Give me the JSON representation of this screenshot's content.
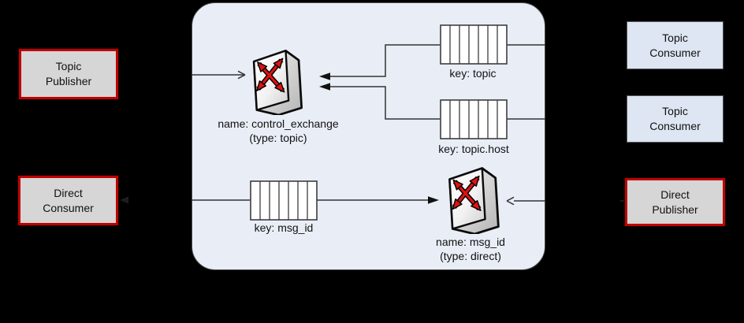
{
  "colors": {
    "background": "#000000",
    "panel_fill": "#e9eef6",
    "panel_border": "#4a4a4a",
    "publisher_border_red": "#c00000",
    "publisher_fill_gray": "#d6d6d6",
    "consumer_fill_blue": "#dde6f2",
    "connector_line": "#333333",
    "exchange_arrow_red": "#e01212"
  },
  "nodes": {
    "topic_publisher": {
      "label": "Topic\nPublisher"
    },
    "direct_consumer": {
      "label": "Direct\nConsumer"
    },
    "topic_consumer_1": {
      "label": "Topic\nConsumer"
    },
    "topic_consumer_2": {
      "label": "Topic\nConsumer"
    },
    "direct_publisher": {
      "label": "Direct\nPublisher"
    }
  },
  "broker": {
    "exchange_control": {
      "name_label": "name: control_exchange",
      "type_label": "(type: topic)"
    },
    "exchange_direct": {
      "name_label": "name: msg_id",
      "type_label": "(type: direct)"
    },
    "queue_topic": {
      "label": "key: topic"
    },
    "queue_topic_host": {
      "label": "key: topic.host"
    },
    "queue_msg_id": {
      "label": "key: msg_id"
    }
  }
}
